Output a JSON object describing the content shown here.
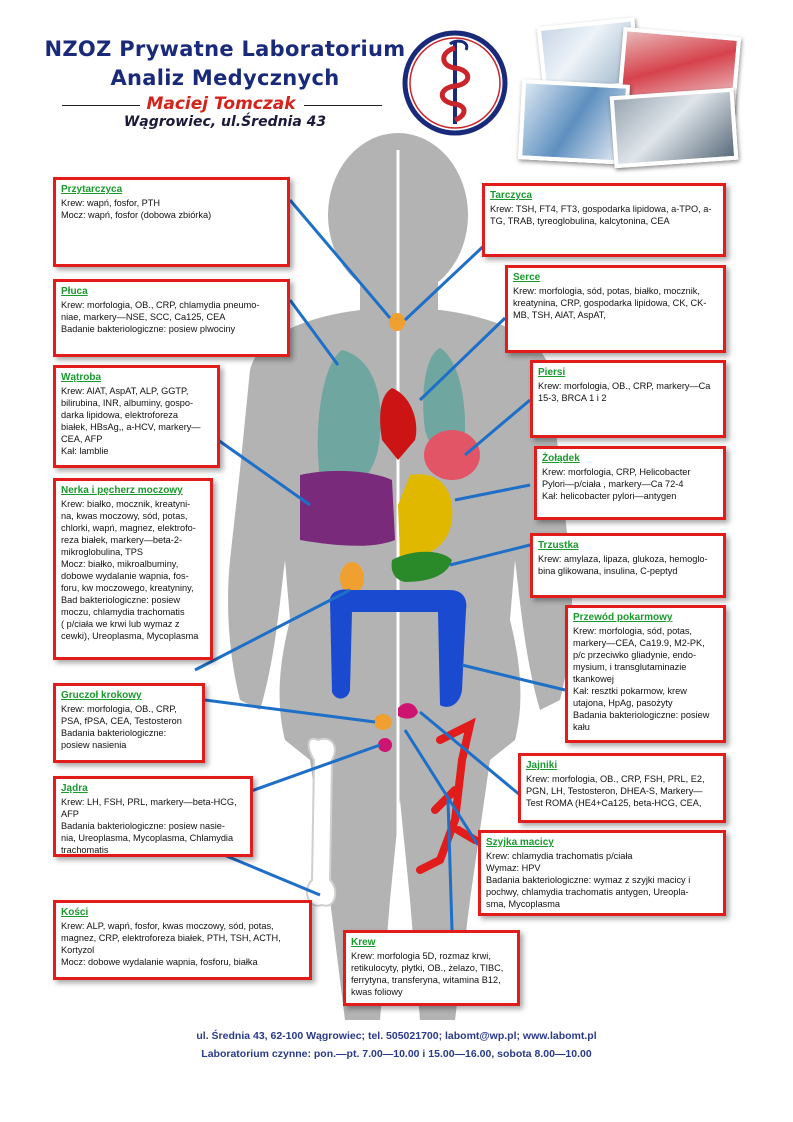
{
  "header": {
    "title_line1": "NZOZ Prywatne Laboratorium",
    "title_line2": "Analiz Medycznych",
    "owner": "Maciej Tomczak",
    "address": "Wągrowiec, ul.Średnia 43",
    "logo_icon": "caduceus-logo-icon",
    "photo_icon": "laboratory-photos"
  },
  "colors": {
    "title": "#1a2a7a",
    "owner": "#d4231c",
    "box_border": "#e21b1b",
    "heading": "#1a9a2e",
    "footer": "#2a3a8a",
    "silhouette": "#b3b3b3"
  },
  "boxes": {
    "przytarczyca": {
      "title": "Przytarczyca",
      "text": "Krew: wapń, fosfor, PTH\nMocz: wapń, fosfor (dobowa zbiórka)"
    },
    "pluca": {
      "title": "Płuca",
      "text": "Krew: morfologia, OB., CRP, chlamydia pneumo-\nniae, markery—NSE, SCC, Ca125, CEA\nBadanie bakteriologiczne: posiew plwociny"
    },
    "watroba": {
      "title": "Wątroba",
      "text": "Krew: AlAT, AspAT, ALP, GGTP,\nbilirubina, INR, albuminy, gospo-\ndarka lipidowa, elektroforeza\nbiałek, HBsAg,, a-HCV, markery—\nCEA, AFP\nKał: lamblie"
    },
    "nerka": {
      "title": "Nerka i pęcherz moczowy",
      "text": "Krew: białko, mocznik, kreatyni-\nna, kwas moczowy, sód, potas,\nchlorki, wapń, magnez, elektrofo-\nreza białek, markery—beta-2-\nmikroglobulina, TPS\nMocz: białko, mikroalbuminy,\ndobowe wydalanie wapnia, fos-\nforu, kw moczowego, kreatyniny,\nBad bakteriologiczne: posiew\nmoczu, chlamydia trachomatis\n( p/ciała we krwi lub wymaz z\ncewki), Ureoplasma, Mycoplasma"
    },
    "gruczol": {
      "title": "Gruczoł krokowy",
      "text": "Krew: morfologia, OB., CRP,\nPSA, fPSA, CEA, Testosteron\nBadania bakteriologiczne:\nposiew nasienia"
    },
    "jadra": {
      "title": "Jądra",
      "text": "Krew: LH, FSH, PRL,  markery—beta-HCG,\nAFP\nBadania bakteriologiczne:  posiew nasie-\nnia, Ureoplasma, Mycoplasma, Chlamydia\ntrachomatis"
    },
    "kosci": {
      "title": "Kości",
      "text": "Krew: ALP, wapń, fosfor, kwas moczowy, sód, potas,\nmagnez, CRP, elektroforeza białek, PTH, TSH, ACTH,\nKortyzol\nMocz: dobowe wydalanie wapnia, fosforu, białka"
    },
    "krew": {
      "title": "Krew",
      "text": "Krew: morfologia 5D, rozmaz krwi,\nretikulocyty, płytki, OB., żelazo, TIBC,\nferrytyna,  transferyna, witamina B12,\nkwas foliowy"
    },
    "tarczyca": {
      "title": "Tarczyca",
      "text": "Krew: TSH, FT4, FT3, gospodarka lipidowa, a-TPO, a-\nTG, TRAB, tyreoglobulina, kalcytonina, CEA"
    },
    "serce": {
      "title": "Serce",
      "text": "Krew: morfologia, sód, potas, białko, mocznik,\nkreatynina, CRP, gospodarka lipidowa, CK, CK-\nMB, TSH, AlAT, AspAT,"
    },
    "piersi": {
      "title": "Piersi",
      "text": "Krew: morfologia, OB., CRP, markery—Ca\n15-3, BRCA 1 i 2"
    },
    "zoladek": {
      "title": "Żołądek",
      "text": "Krew: morfologia, CRP,  Helicobacter\nPylori—p/ciała , markery—Ca 72-4\nKał: helicobacter pylori—antygen"
    },
    "trzustka": {
      "title": "Trzustka",
      "text": "Krew: amylaza, lipaza, glukoza, hemoglo-\nbina glikowana, insulina, C-peptyd"
    },
    "przewod": {
      "title": "Przewód pokarmowy",
      "text": "Krew: morfologia, sód, potas,\nmarkery—CEA, Ca19.9, M2-PK,\np/c przeciwko gliadynie, endo-\nmysium, i transglutaminazie\ntkankowej\nKał: resztki pokarmow, krew\nutajona, HpAg, pasożyty\nBadania bakteriologiczne: posiew\nkału"
    },
    "jajniki": {
      "title": "Jajniki",
      "text": "Krew: morfologia, OB., CRP, FSH, PRL, E2,\nPGN, LH, Testosteron, DHEA-S, Markery—\nTest ROMA (HE4+Ca125, beta-HCG, CEA,"
    },
    "szyjka": {
      "title": "Szyjka macicy",
      "text": "Krew: chlamydia trachomatis  p/ciała\nWymaz: HPV\nBadania bakteriologiczne: wymaz z szyjki macicy i\npochwy, chlamydia trachomatis  antygen, Ureopla-\nsma, Mycoplasma"
    }
  },
  "footer": {
    "line1": "ul. Średnia 43, 62-100 Wągrowiec; tel. 505021700; labomt@wp.pl; www.labomt.pl",
    "line2": "Laboratorium czynne: pon.—pt. 7.00—10.00 i 15.00—16.00, sobota 8.00—10.00"
  }
}
